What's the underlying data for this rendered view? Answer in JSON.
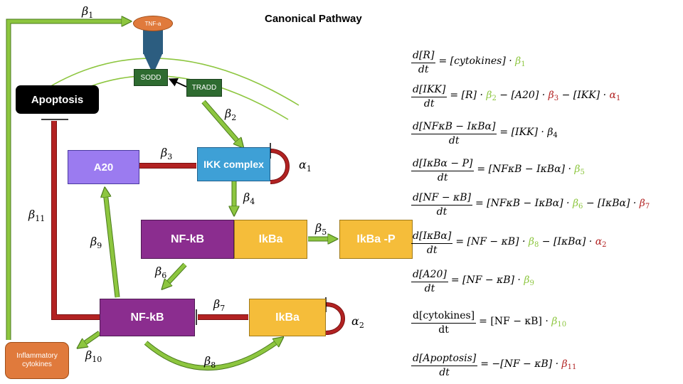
{
  "title": "Canonical Pathway",
  "nodes": {
    "tnf": "TNF-a",
    "sodd": "SODD",
    "tradd": "TRADD",
    "apoptosis": "Apoptosis",
    "a20": "A20",
    "ikk": "IKK complex",
    "nfkb_complex": "NF-kB",
    "ikba_complex": "IkBa",
    "ikba_p": "IkBa -P",
    "nfkb_free": "NF-kB",
    "ikba_free": "IkBa",
    "cytokines": "Inflammatory cytokines"
  },
  "rates": {
    "b1": [
      "β",
      "1"
    ],
    "b2": [
      "β",
      "2"
    ],
    "b3": [
      "β",
      "3"
    ],
    "b4": [
      "β",
      "4"
    ],
    "b5": [
      "β",
      "5"
    ],
    "b6": [
      "β",
      "6"
    ],
    "b7": [
      "β",
      "7"
    ],
    "b8": [
      "β",
      "8"
    ],
    "b9": [
      "β",
      "9"
    ],
    "b10": [
      "β",
      "10"
    ],
    "b11": [
      "β",
      "11"
    ],
    "a1": [
      "α",
      "1"
    ],
    "a2": [
      "α",
      "2"
    ]
  },
  "colors": {
    "activation": "#8dc63f",
    "inhibition": "#b22222",
    "green_node": "#2e6b30",
    "purple_node": "#8b2d8f",
    "yellow_node": "#f5bd3a",
    "blue_node": "#3ea0d6",
    "lavender_node": "#9b7bf0",
    "orange_node": "#e07a3c",
    "receptor": "#2c5d80"
  },
  "equations": [
    {
      "num": "d[R]",
      "den": "dt",
      "terms": [
        [
          "= [cytokines] · ",
          ""
        ],
        [
          "β",
          "g",
          "1"
        ]
      ]
    },
    {
      "num": "d[IKK]",
      "den": "dt",
      "terms": [
        [
          "= [R] · ",
          ""
        ],
        [
          "β",
          "g",
          "2"
        ],
        [
          " − [A20] · ",
          ""
        ],
        [
          "β",
          "r",
          "3"
        ],
        [
          " − [IKK] · ",
          ""
        ],
        [
          "α",
          "r",
          "1"
        ]
      ]
    },
    {
      "num": "d[NFκB − IκBα]",
      "den": "dt",
      "terms": [
        [
          "= [IKK] · ",
          ""
        ],
        [
          "β",
          "",
          "4"
        ]
      ]
    },
    {
      "num": "d[IκBα − P]",
      "den": "dt",
      "terms": [
        [
          "= [NFκB − IκBα] · ",
          ""
        ],
        [
          "β",
          "g",
          "5"
        ]
      ]
    },
    {
      "num": "d[NF − κB]",
      "den": "dt",
      "terms": [
        [
          "= [NFκB − IκBα] · ",
          ""
        ],
        [
          "β",
          "g",
          "6"
        ],
        [
          " − [IκBα] · ",
          ""
        ],
        [
          "β",
          "r",
          "7"
        ]
      ]
    },
    {
      "num": "d[IκBα]",
      "den": "dt",
      "terms": [
        [
          "= [NF − κB] · ",
          ""
        ],
        [
          "β",
          "g",
          "8"
        ],
        [
          " − [IκBα] · ",
          ""
        ],
        [
          "α",
          "r",
          "2"
        ]
      ]
    },
    {
      "num": "d[A20]",
      "den": "dt",
      "terms": [
        [
          "= [NF − κB] · ",
          ""
        ],
        [
          "β",
          "g",
          "9"
        ]
      ]
    },
    {
      "num": "d[cytokines]",
      "den": "dt",
      "upright": true,
      "terms": [
        [
          "= [NF − κB] · ",
          ""
        ],
        [
          "β",
          "g",
          "10"
        ]
      ]
    },
    {
      "num": "d[Apoptosis]",
      "den": "dt",
      "terms": [
        [
          "= −[NF − κB] · ",
          ""
        ],
        [
          "β",
          "r",
          "11"
        ]
      ]
    }
  ]
}
